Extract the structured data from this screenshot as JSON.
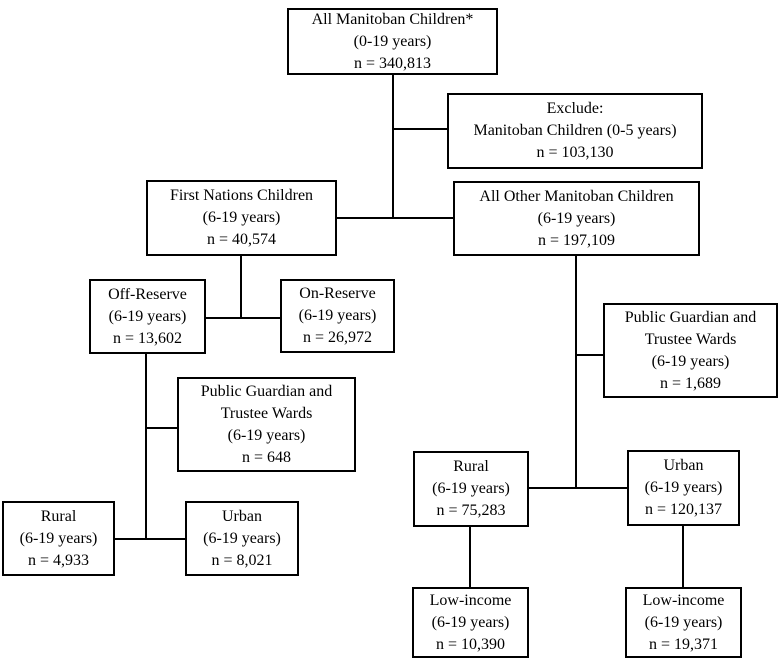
{
  "diagram": {
    "colors": {
      "background": "#ffffff",
      "box_border": "#000000",
      "text": "#000000"
    },
    "nodes": [
      {
        "id": "all-children",
        "lines": [
          "All Manitoban Children*",
          "(0-19 years)",
          "n = 340,813"
        ]
      },
      {
        "id": "exclude",
        "lines": [
          "Exclude:",
          "Manitoban Children (0-5 years)",
          "n = 103,130"
        ]
      },
      {
        "id": "first-nations",
        "lines": [
          "First Nations Children",
          "(6-19 years)",
          "n = 40,574"
        ]
      },
      {
        "id": "all-other",
        "lines": [
          "All Other Manitoban Children",
          "(6-19 years)",
          "n = 197,109"
        ]
      },
      {
        "id": "off-reserve",
        "lines": [
          "Off-Reserve",
          "(6-19 years)",
          "n = 13,602"
        ]
      },
      {
        "id": "on-reserve",
        "lines": [
          "On-Reserve",
          "(6-19 years)",
          "n = 26,972"
        ]
      },
      {
        "id": "pgt-left",
        "lines": [
          "Public Guardian and",
          "Trustee Wards",
          "(6-19 years)",
          "n = 648"
        ]
      },
      {
        "id": "pgt-right",
        "lines": [
          "Public Guardian and",
          "Trustee Wards",
          "(6-19 years)",
          "n = 1,689"
        ]
      },
      {
        "id": "rural-left",
        "lines": [
          "Rural",
          "(6-19 years)",
          "n = 4,933"
        ]
      },
      {
        "id": "urban-left",
        "lines": [
          "Urban",
          "(6-19 years)",
          "n = 8,021"
        ]
      },
      {
        "id": "rural-right",
        "lines": [
          "Rural",
          "(6-19 years)",
          "n = 75,283"
        ]
      },
      {
        "id": "urban-right",
        "lines": [
          "Urban",
          "(6-19 years)",
          "n = 120,137"
        ]
      },
      {
        "id": "low-income-left",
        "lines": [
          "Low-income",
          "(6-19 years)",
          "n = 10,390"
        ]
      },
      {
        "id": "low-income-right",
        "lines": [
          "Low-income",
          "(6-19 years)",
          "n = 19,371"
        ]
      }
    ]
  }
}
